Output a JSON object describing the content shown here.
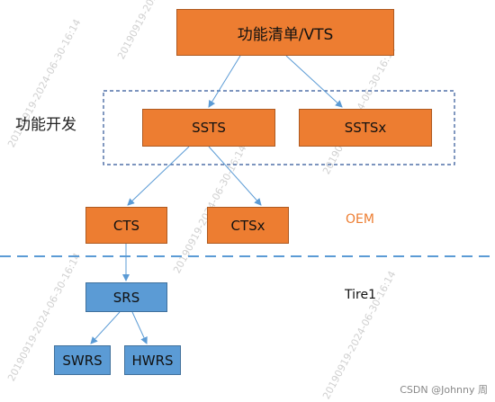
{
  "nodes": {
    "vts": "功能清单/VTS",
    "ssts": "SSTS",
    "sstsx": "SSTSx",
    "cts": "CTS",
    "ctsx": "CTSx",
    "srs": "SRS",
    "swrs": "SWRS",
    "hwrs": "HWRS"
  },
  "labels": {
    "dev_stage": "功能开发",
    "oem": "OEM",
    "tier": "Tire1"
  },
  "colors": {
    "orange": "#ED7D31",
    "blue": "#5B9BD5",
    "arrow": "#5B9BD5",
    "dashed_line": "#5B9BD5",
    "dashed_box": "#2F5597"
  },
  "watermark": {
    "text": "20190919-2024-06-30-16:14",
    "credit": "CSDN @Johnny 周"
  }
}
